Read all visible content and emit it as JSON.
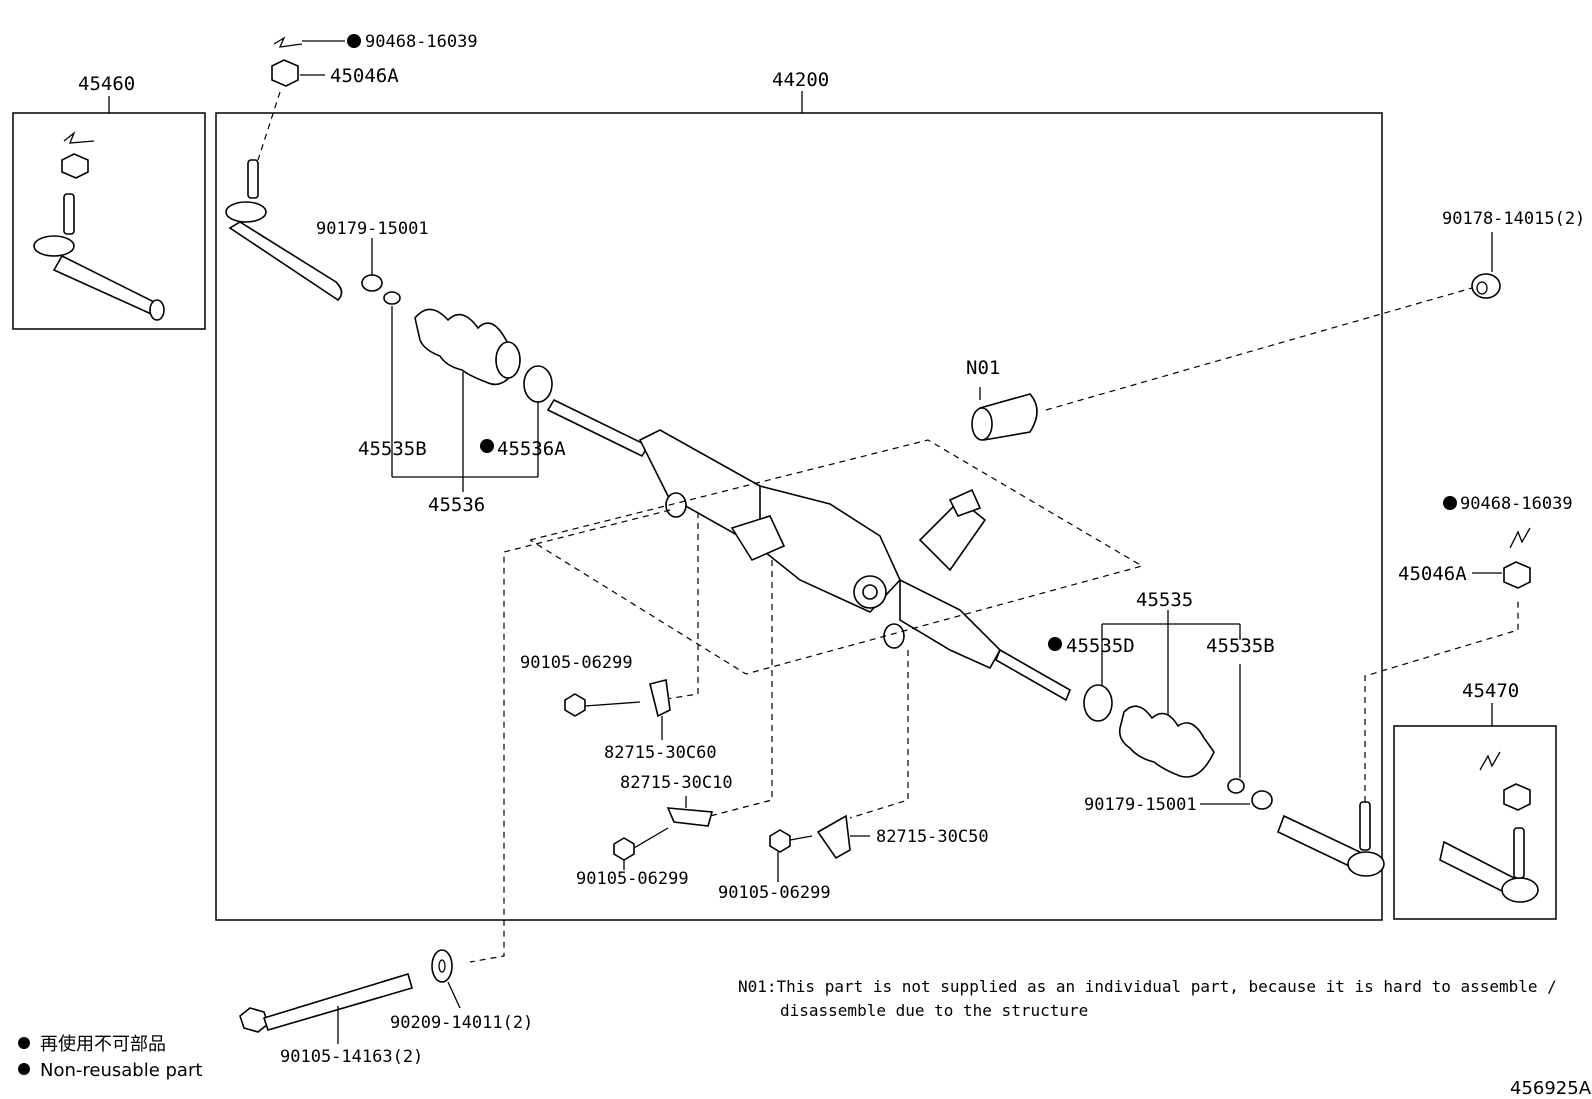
{
  "parts": {
    "tie_rod_end_left_assy": "45460",
    "steering_rack_assy": "44200",
    "tie_rod_end_right_assy": "45470",
    "cotter_pin_left": "90468-16039",
    "cotter_pin_right": "90468-16039",
    "nut_left": "45046A",
    "nut_right": "45046A",
    "lock_nut_left": "90179-15001",
    "lock_nut_right": "90179-15001",
    "bushing_right": "90178-14015(2)",
    "note_part": "N01",
    "boot_left": "45535B",
    "clamp_left": "45536A",
    "boot_kit_left": "45536",
    "boot_kit_right": "45535",
    "clamp_right": "45535D",
    "boot_right": "45535B",
    "bolt_1": "90105-06299",
    "bracket_1": "82715-30C60",
    "bracket_2": "82715-30C10",
    "bolt_2": "90105-06299",
    "bracket_3": "82715-30C50",
    "bolt_3": "90105-06299",
    "mount_bolt": "90105-14163(2)",
    "washer": "90209-14011(2)"
  },
  "note": {
    "line1": "N01:This part is not supplied as an individual part, because it is hard to assemble /",
    "line2": "disassemble due to the structure"
  },
  "legend": {
    "japanese": "再使用不可部品",
    "english": "Non-reusable part"
  },
  "figure_id": "456925A"
}
